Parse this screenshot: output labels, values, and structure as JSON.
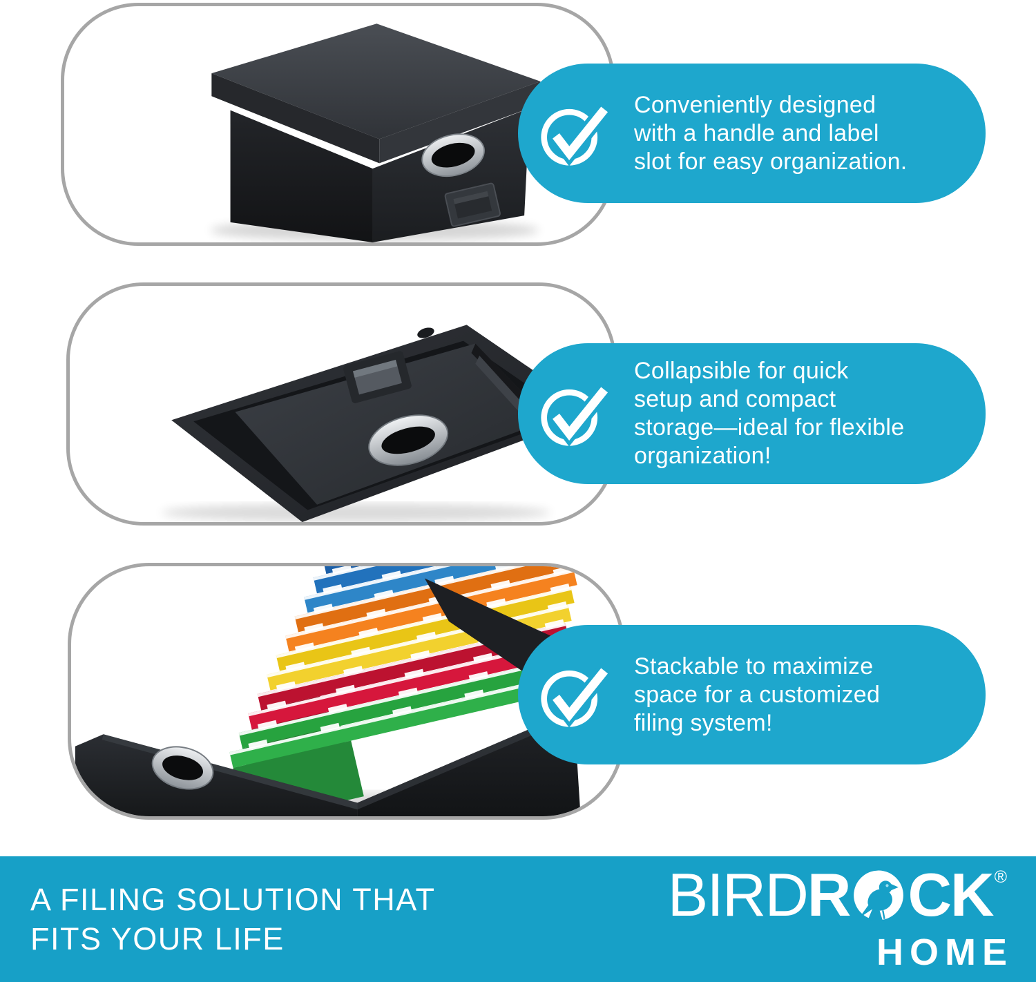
{
  "colors": {
    "bubble_blue": "#1EA7CD",
    "banner_blue": "#17A0C7",
    "capsule_border": "#A6A6A6",
    "text_white": "#FFFFFF"
  },
  "features": [
    {
      "photo_alt": "charcoal fabric storage box with lid, chrome handle and label slot",
      "lines": [
        "Conveniently designed",
        "with a handle and label",
        "slot for easy organization."
      ]
    },
    {
      "photo_alt": "file box collapsed flat inside its lid for compact storage",
      "lines": [
        "Collapsible for quick",
        "setup and compact",
        "storage—ideal for flexible",
        "organization!"
      ]
    },
    {
      "photo_alt": "open file box filled with colorful hanging file folders",
      "lines": [
        "Stackable to maximize",
        "space for a customized",
        "filing system!"
      ]
    }
  ],
  "banner": {
    "tagline_line1": "A FILING SOLUTION THAT",
    "tagline_line2": "FITS YOUR LIFE"
  },
  "brand": {
    "bird": "BIRD",
    "r": "R",
    "ck": "CK",
    "registered": "®",
    "home": "HOME"
  },
  "product": {
    "folder_colors": [
      "#2FB04A",
      "#27A33F",
      "#D6173C",
      "#BC1230",
      "#F2D12E",
      "#E9C516",
      "#F5821F",
      "#E06F12",
      "#2E86C8",
      "#2272BC",
      "#1B5FA8"
    ]
  }
}
